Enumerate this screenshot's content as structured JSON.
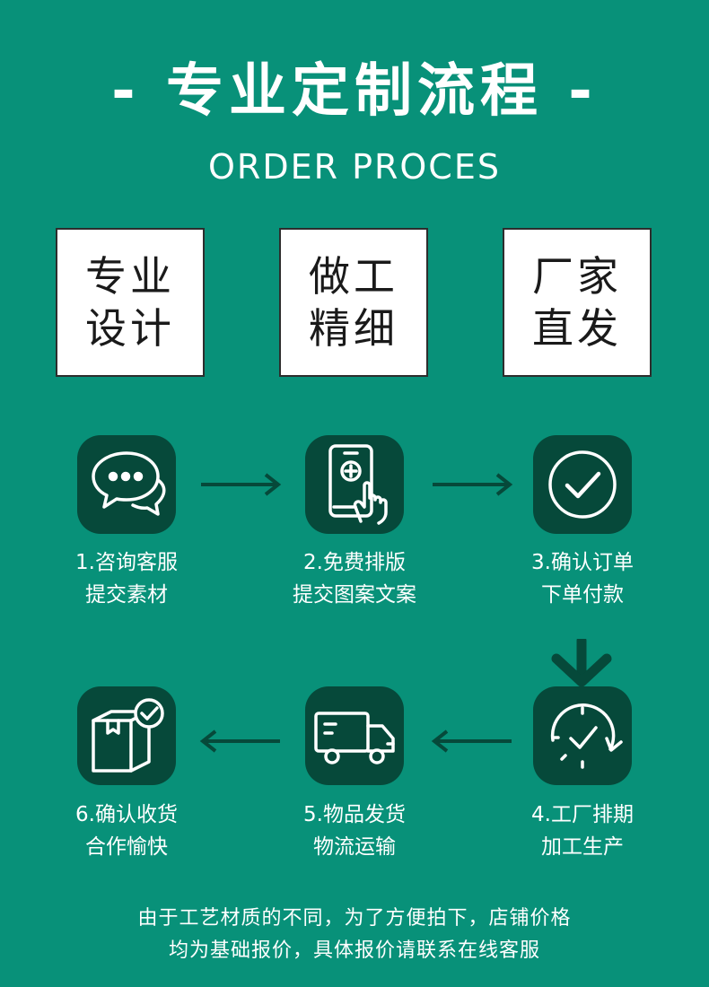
{
  "header": {
    "title": "- 专业定制流程 -",
    "subtitle": "ORDER PROCES"
  },
  "features": [
    {
      "line1": "专业",
      "line2": "设计"
    },
    {
      "line1": "做工",
      "line2": "精细"
    },
    {
      "line1": "厂家",
      "line2": "直发"
    }
  ],
  "steps": [
    {
      "line1": "1.咨询客服",
      "line2": "提交素材",
      "icon": "chat-bubbles-icon"
    },
    {
      "line1": "2.免费排版",
      "line2": "提交图案文案",
      "icon": "phone-touch-icon"
    },
    {
      "line1": "3.确认订单",
      "line2": "下单付款",
      "icon": "checkmark-circle-icon"
    },
    {
      "line1": "4.工厂排期",
      "line2": "加工生产",
      "icon": "clock-icon"
    },
    {
      "line1": "5.物品发货",
      "line2": "物流运输",
      "icon": "truck-icon"
    },
    {
      "line1": "6.确认收货",
      "line2": "合作愉快",
      "icon": "box-check-icon"
    }
  ],
  "footer": {
    "line1": "由于工艺材质的不同，为了方便拍下，店铺价格",
    "line2": "均为基础报价，具体报价请联系在线客服"
  },
  "colors": {
    "background": "#089179",
    "icon_tile": "#06493a",
    "arrow": "#06493a"
  }
}
